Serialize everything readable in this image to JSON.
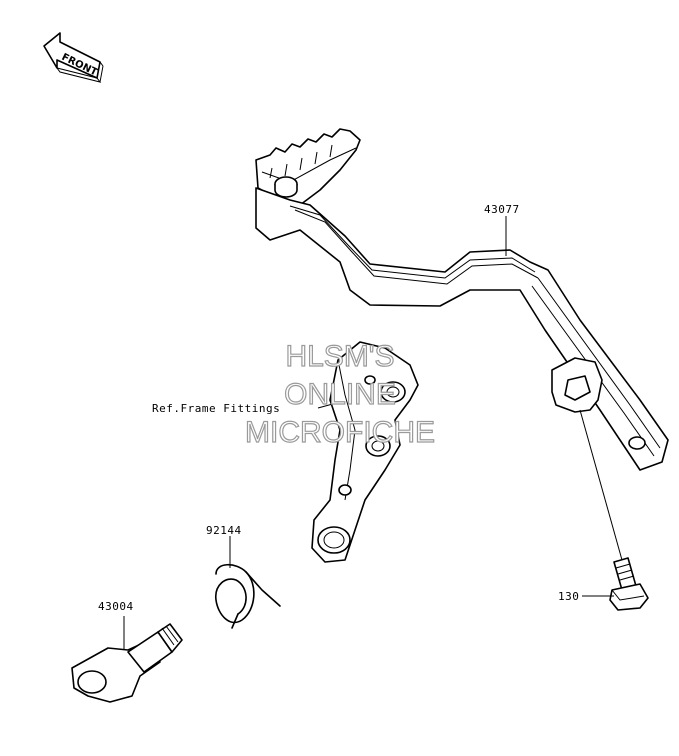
{
  "orientation": {
    "label": "FRONT"
  },
  "callouts": {
    "brake_pedal": "43077",
    "frame_fittings": "Ref.Frame Fittings",
    "spring": "92144",
    "shaft": "43004",
    "bolt": "130"
  },
  "watermark": {
    "line1": "HLSM'S",
    "line2": "ONLINE",
    "line3": "MICROFICHE"
  }
}
